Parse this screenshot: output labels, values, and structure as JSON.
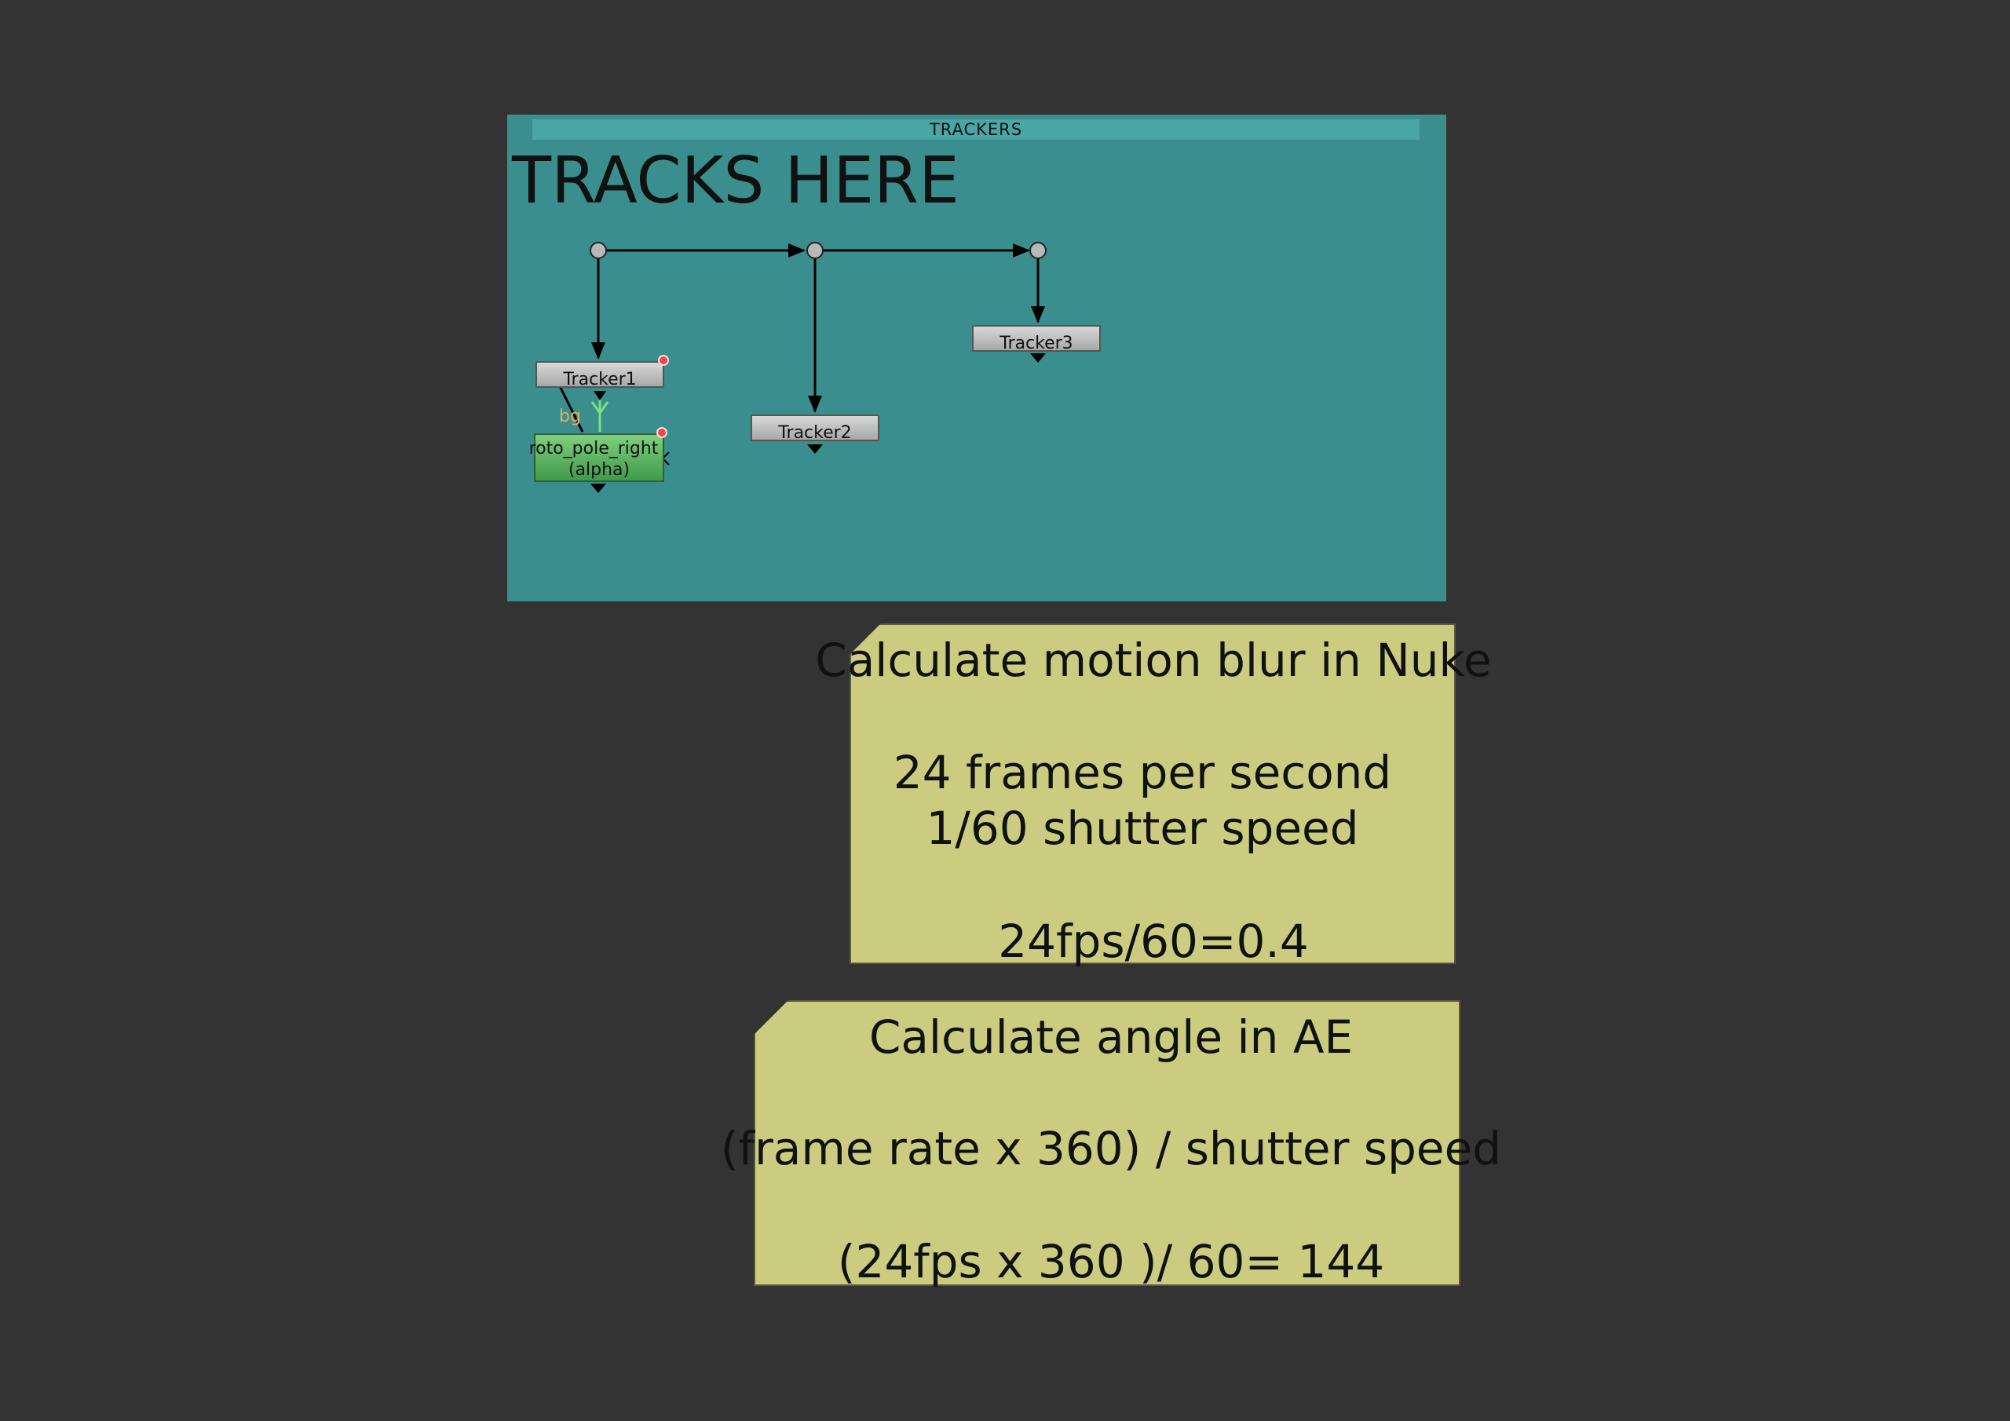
{
  "backdrop": {
    "title": "TRACKERS",
    "label": "TRACKS HERE",
    "color": "#3a8e8e"
  },
  "nodes": {
    "tracker1": "Tracker1",
    "tracker2": "Tracker2",
    "tracker3": "Tracker3",
    "roto_line1": "roto_pole_right",
    "roto_line2": "(alpha)",
    "bg_label": "bg"
  },
  "sticky_motion_blur": {
    "title": "Calculate motion blur in Nuke",
    "line1": "24 frames per second",
    "line2": "1/60 shutter speed",
    "line3": "24fps/60=0.4",
    "color": "#cccc80"
  },
  "sticky_angle": {
    "title": "Calculate angle in AE",
    "line1": "(frame rate x 360) / shutter speed",
    "line2": "(24fps x 360 )/ 60= 144",
    "color": "#cccc80"
  },
  "canvas_color": "#333333"
}
